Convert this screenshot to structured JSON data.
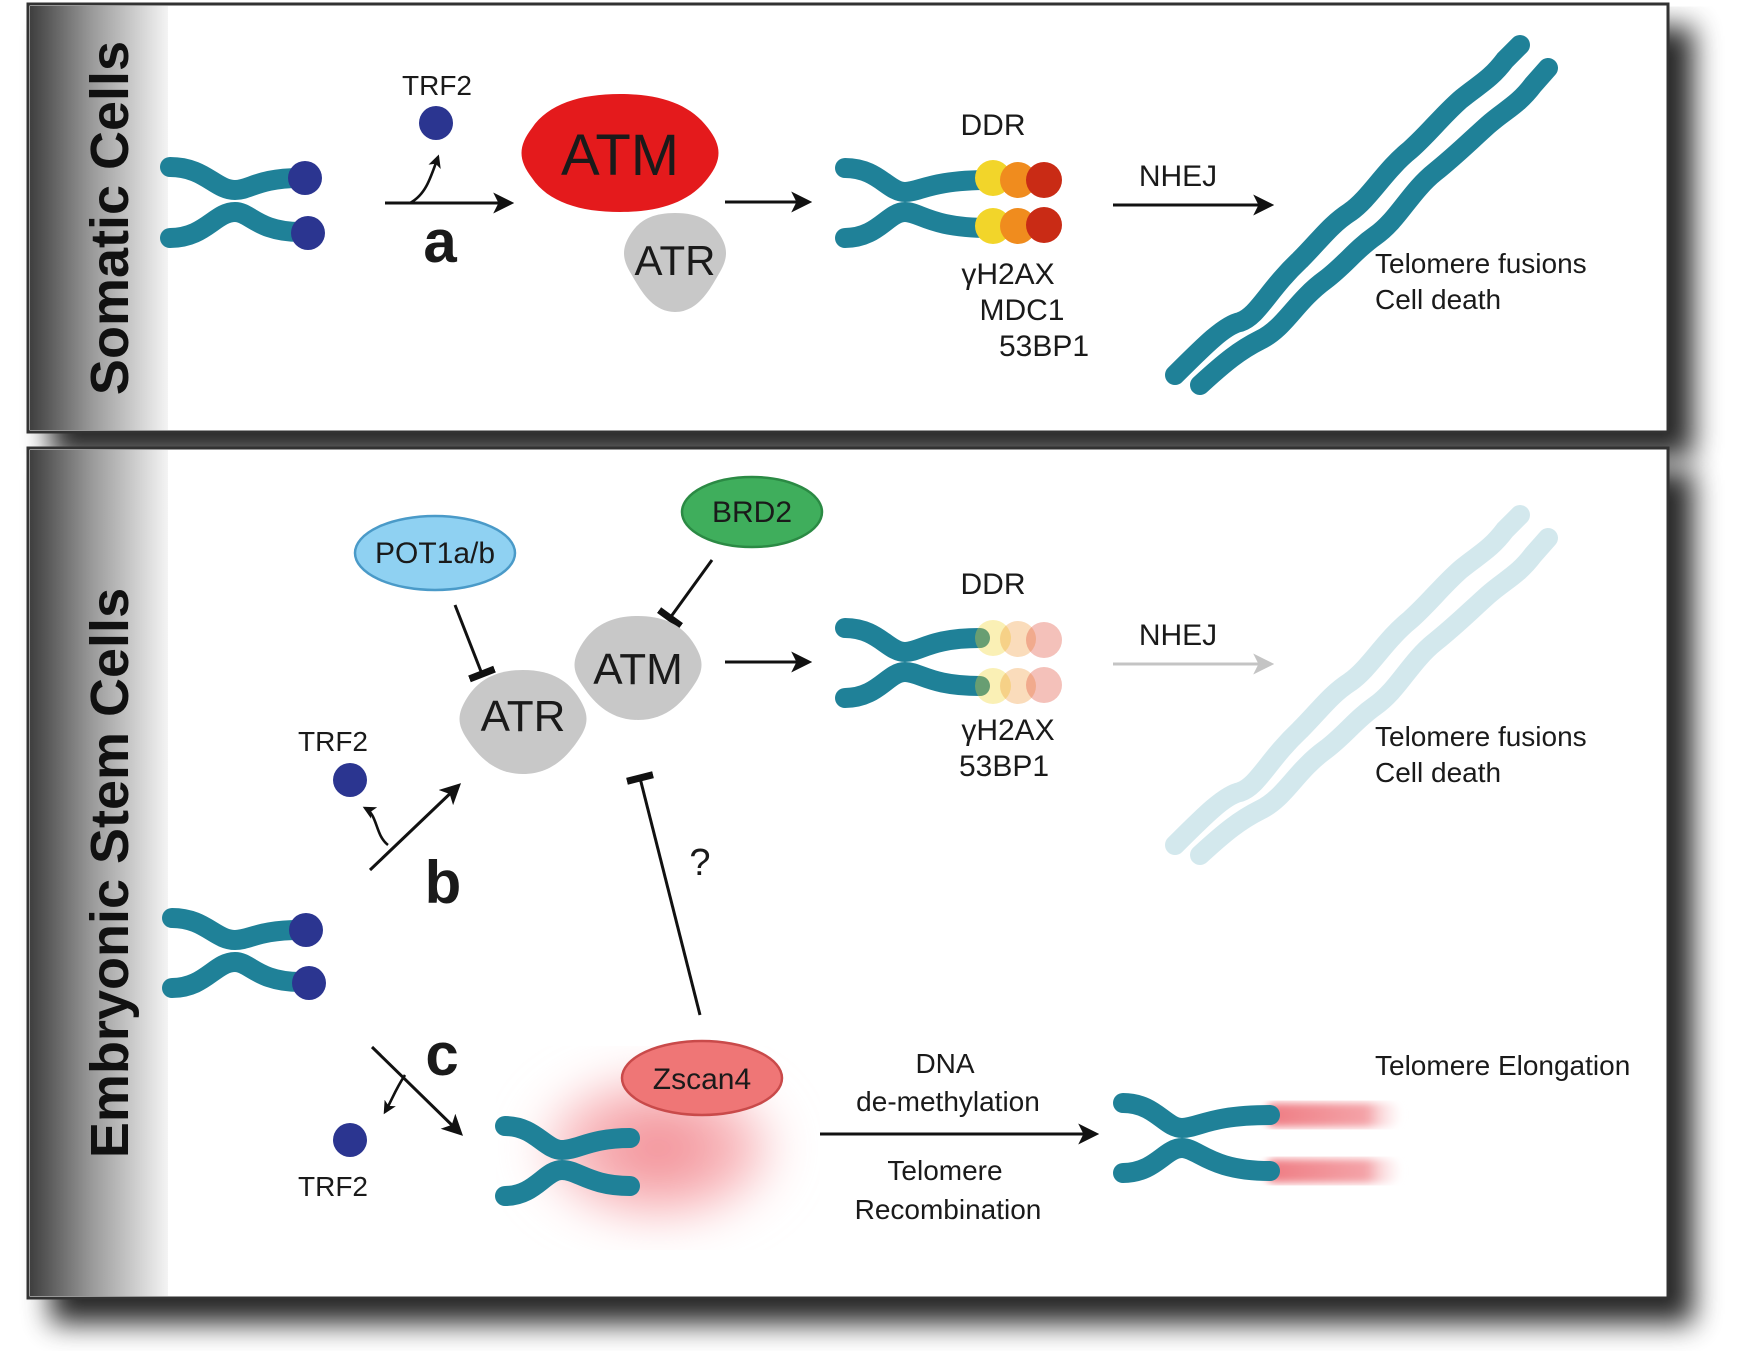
{
  "colors": {
    "dna": "#1f8198",
    "dna_faded": "#cfe6ec",
    "trf2": "#2b3590",
    "atm_active": "#e41a1c",
    "inactive_kinase": "#c8c8c8",
    "inactive_text": "#a9a9a9",
    "pot1_fill": "#8fd1f2",
    "brd2_fill": "#3fae5c",
    "zscan4_fill": "#ef7676",
    "elongation": "#ef7b82",
    "ddr_yellow": "#f2d52a",
    "ddr_orange": "#f08c1e",
    "ddr_red": "#c92b15",
    "faded_text": "#b8b8b8"
  },
  "panels": {
    "somatic": {
      "side_label": "Somatic Cells",
      "trf2": "TRF2",
      "path_letter": "a",
      "atm": "ATM",
      "atr": "ATR",
      "ddr": "DDR",
      "nhej": "NHEJ",
      "markers": [
        "γH2AX",
        "MDC1",
        "53BP1"
      ],
      "outcome": [
        "Telomere fusions",
        "Cell death"
      ]
    },
    "esc": {
      "side_label": "Embryonic Stem Cells",
      "pot1": "POT1a/b",
      "brd2": "BRD2",
      "atm": "ATM",
      "atr": "ATR",
      "trf2_top": "TRF2",
      "trf2_bottom": "TRF2",
      "path_b": "b",
      "path_c": "c",
      "question": "?",
      "ddr": "DDR",
      "nhej": "NHEJ",
      "markers": [
        "γH2AX",
        "53BP1"
      ],
      "outcome": [
        "Telomere fusions",
        "Cell death"
      ],
      "zscan4": "Zscan4",
      "mech_top": [
        "DNA",
        "de-methylation"
      ],
      "mech_bottom": [
        "Telomere",
        "Recombination"
      ],
      "elongation": "Telomere Elongation"
    }
  }
}
